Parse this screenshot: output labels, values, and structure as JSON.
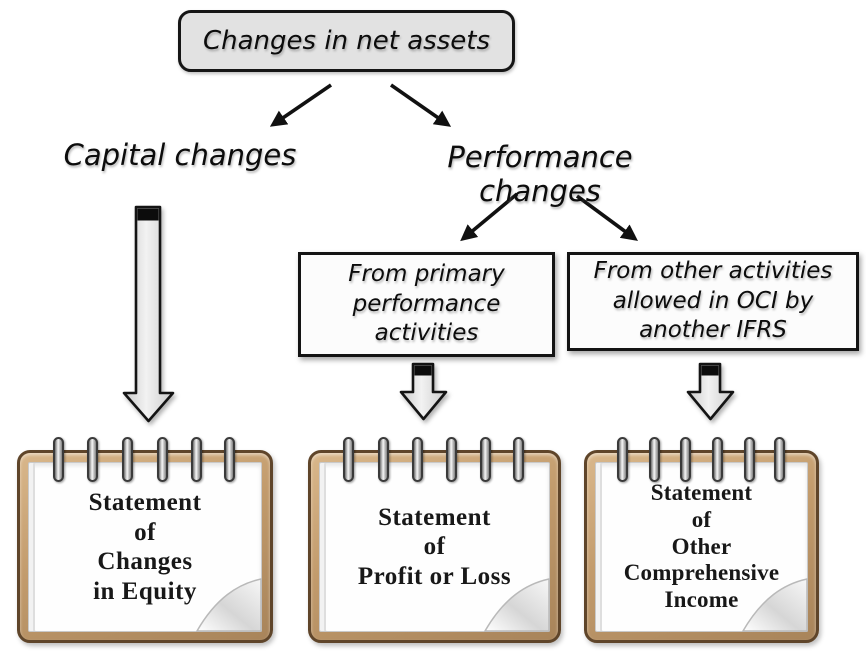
{
  "flow": {
    "root_label": "Changes in net assets",
    "capital_label": "Capital changes",
    "performance_label": "Performance changes"
  },
  "boxes": {
    "primary": {
      "lines": [
        "From primary",
        "performance",
        "activities"
      ]
    },
    "oci": {
      "lines": [
        "From other activities",
        "allowed in OCI by",
        "another IFRS"
      ]
    }
  },
  "notepads": [
    {
      "id": "changes-in-equity",
      "lines": [
        "Statement",
        "of",
        "Changes",
        "in Equity"
      ]
    },
    {
      "id": "profit-or-loss",
      "lines": [
        "Statement",
        "of",
        "Profit or Loss"
      ]
    },
    {
      "id": "other-comprehensive-income",
      "lines": [
        "Statement",
        "of",
        "Other",
        "Comprehensive",
        "Income"
      ]
    }
  ],
  "icons": {
    "connector": "thin-diagonal-arrow",
    "block_arrow": "block-arrow-down-icon",
    "binder_ring": "spiral-binder-ring-icon",
    "page_curl": "page-curl-icon"
  },
  "colors": {
    "background": "#ffffff",
    "outline": "#141414",
    "root_box_fill": "#e2e2e2",
    "mid_box_fill": "#fcfcfc",
    "arrow_fill_light": "#f1f1f1",
    "arrow_fill_dark": "#c9c9c9",
    "notepad_frame_tan": "#c29b6c",
    "notepad_frame_border": "#5f452a",
    "paper": "#fefefe",
    "ring_metal_light": "#f6f6f6",
    "ring_metal_dark": "#6e6e6e",
    "pad_text": "#181818"
  }
}
